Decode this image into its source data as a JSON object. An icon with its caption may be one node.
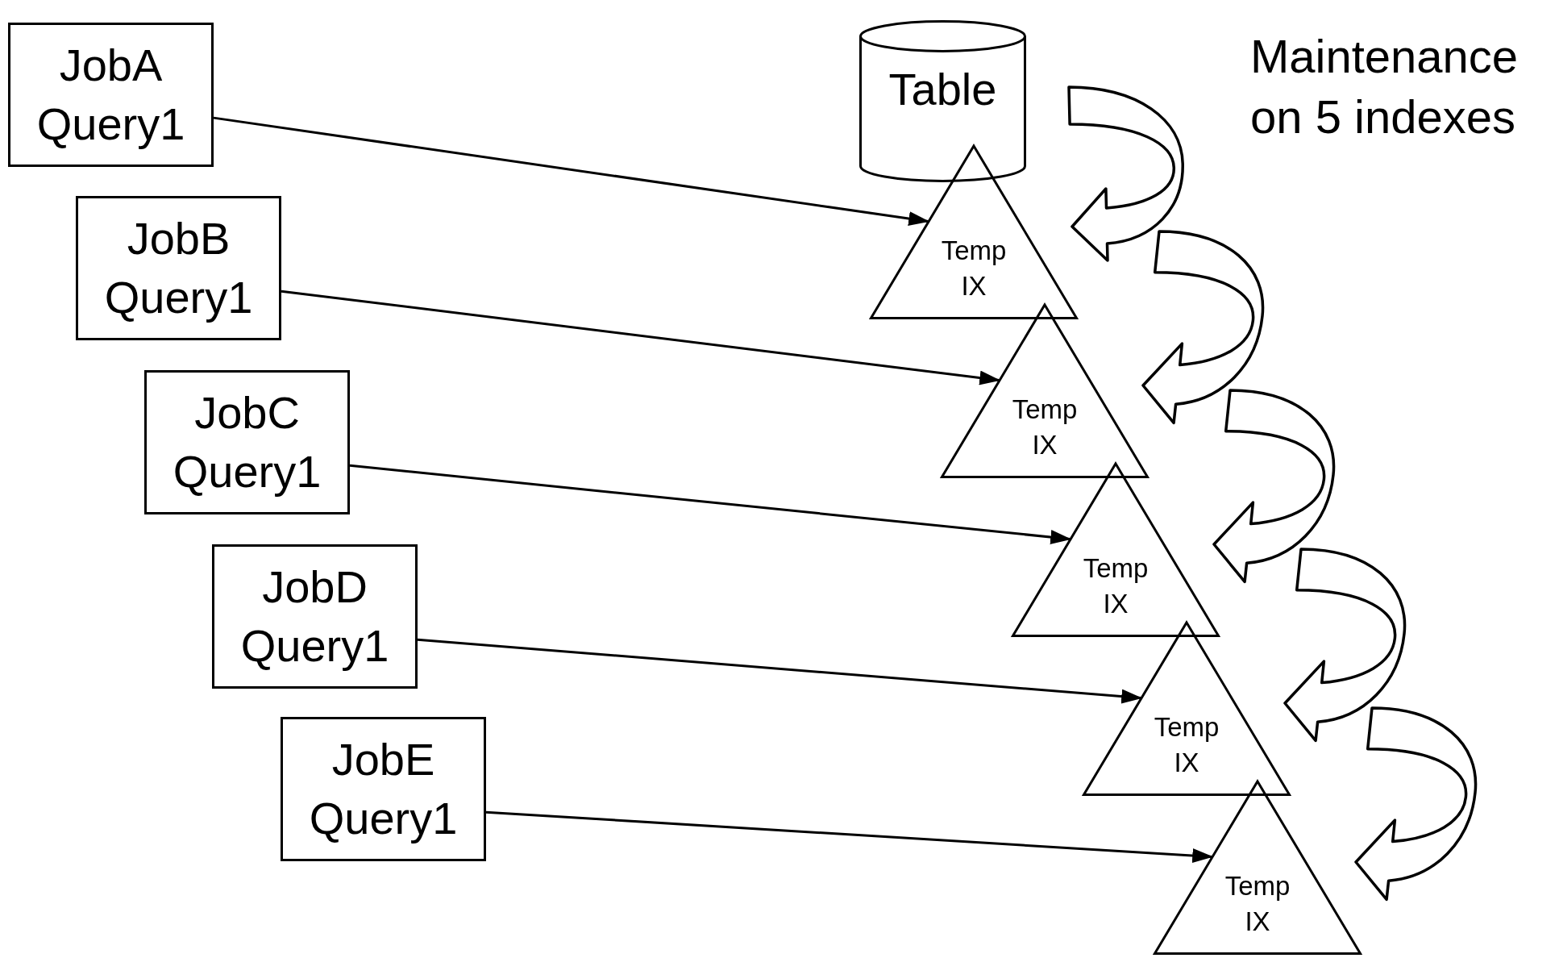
{
  "diagram": {
    "nodes": [
      {
        "text": [
          "JobA Query1"
        ]
      },
      {
        "text": [
          "JobB Query1"
        ]
      },
      {
        "text": [
          "JobC Query1"
        ]
      },
      {
        "text": [
          "JobD Query1"
        ]
      },
      {
        "text": [
          "JobE Query1"
        ]
      },
      {
        "text": [
          "Table"
        ]
      },
      {
        "text": [
          "Temp IX"
        ]
      },
      {
        "text": [
          "Temp IX"
        ]
      },
      {
        "text": [
          "Temp IX"
        ]
      },
      {
        "text": [
          "Temp IX"
        ]
      },
      {
        "text": [
          "Temp IX"
        ]
      }
    ],
    "edges": [
      {
        "from": 0,
        "to": 6,
        "arrow": "to"
      },
      {
        "from": 1,
        "to": 7,
        "arrow": "to"
      },
      {
        "from": 2,
        "to": 8,
        "arrow": "to"
      },
      {
        "from": 3,
        "to": 9,
        "arrow": "to"
      },
      {
        "from": 4,
        "to": 10,
        "arrow": "to"
      },
      {
        "from": 5,
        "to": 6,
        "arrow": "to",
        "style": "thick"
      },
      {
        "from": 6,
        "to": 7,
        "arrow": "to",
        "style": "thick"
      },
      {
        "from": 7,
        "to": 8,
        "arrow": "to",
        "style": "thick"
      },
      {
        "from": 8,
        "to": 9,
        "arrow": "to",
        "style": "thick"
      },
      {
        "from": 9,
        "to": 10,
        "arrow": "to",
        "style": "thick"
      }
    ],
    "labels": [
      "Maintenance on 5 indexes"
    ]
  }
}
